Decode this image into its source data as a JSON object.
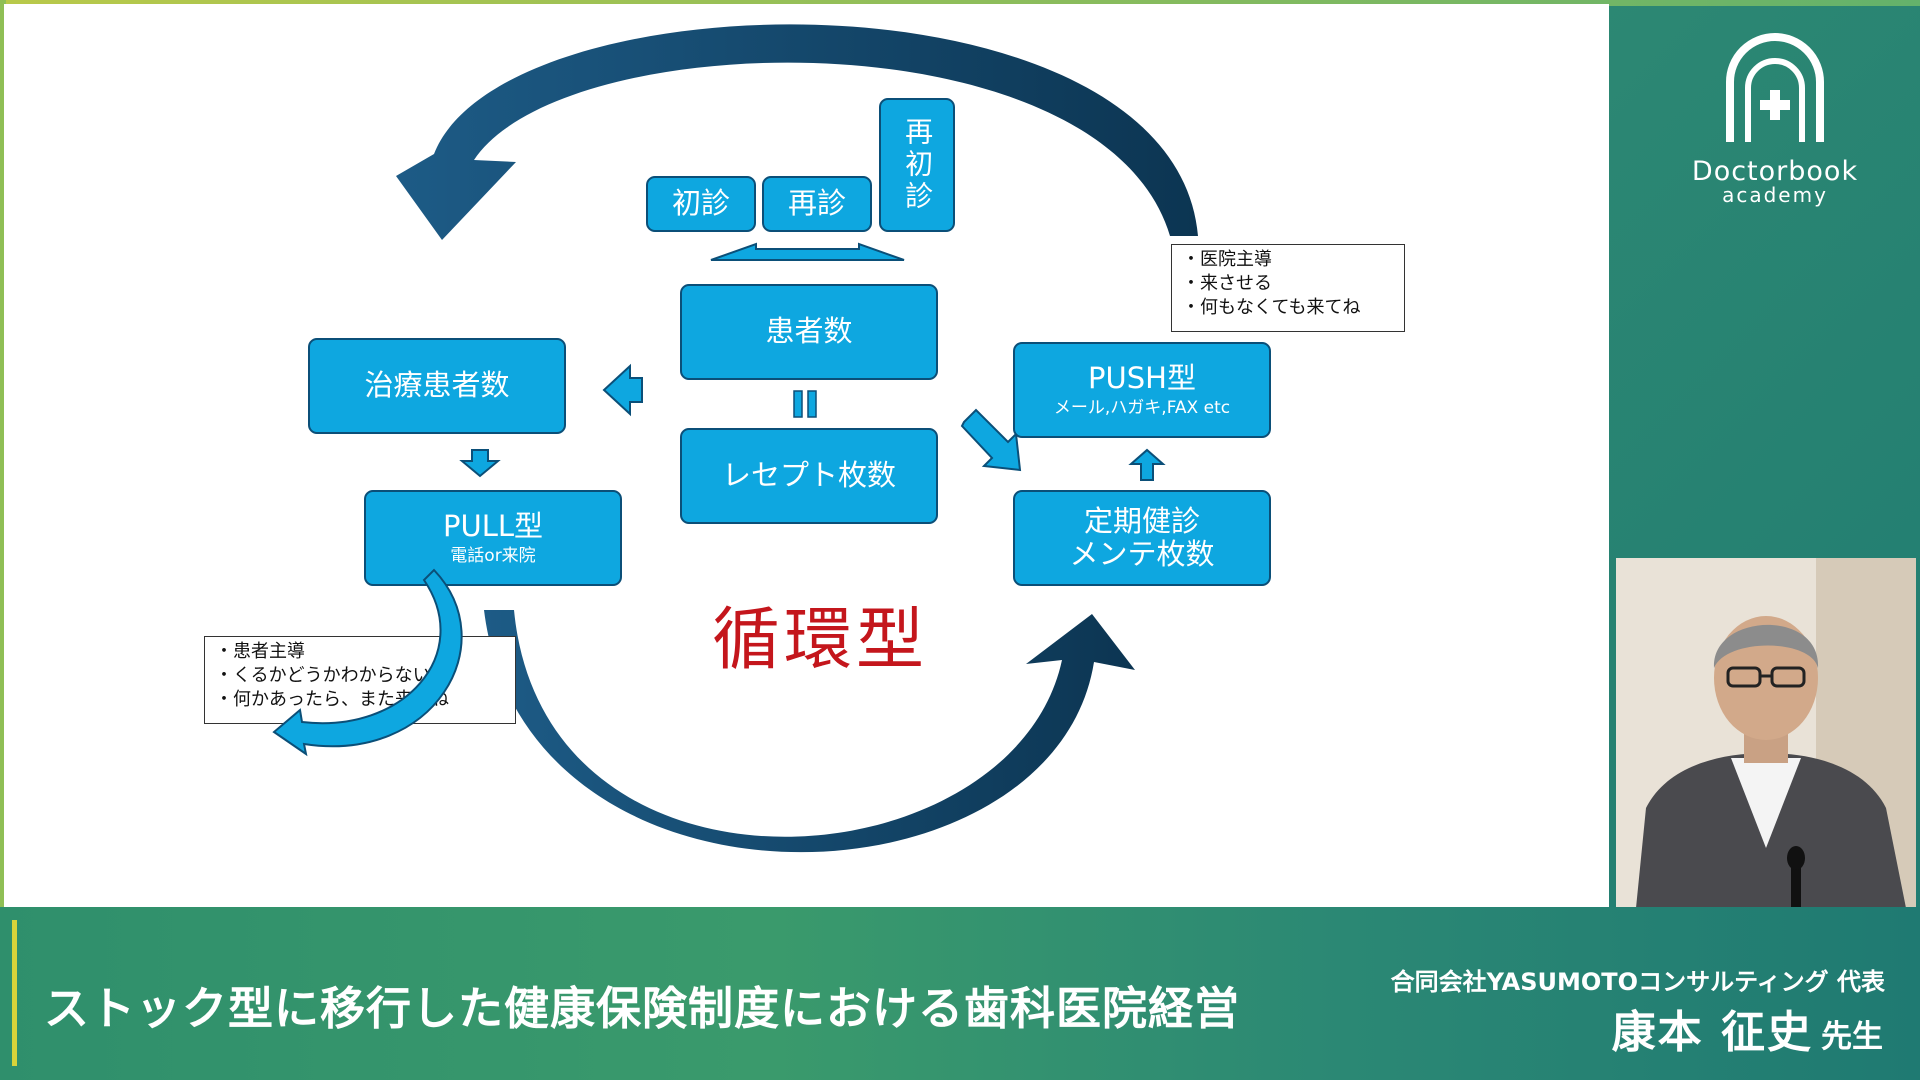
{
  "slide": {
    "boxes": {
      "shoshin": "初診",
      "saishin": "再診",
      "saishoshin": "再初診",
      "kanjasu": "患者数",
      "receipt": "レセプト枚数",
      "chiryo": "治療患者数",
      "pull_main": "PULL型",
      "pull_sub": "電話or来院",
      "push_main": "PUSH型",
      "push_sub": "メール,ハガキ,FAX etc",
      "teiki_line1": "定期健診",
      "teiki_line2": "メンテ枚数"
    },
    "push_note": [
      "・医院主導",
      "・来させる",
      "・何もなくても来てね"
    ],
    "pull_note": [
      "・患者主導",
      "・くるかどうかわからない",
      "・何かあったら、また来てね"
    ],
    "center_label": "循環型",
    "colors": {
      "box_fill": "#0ea7e0",
      "box_border": "#0b4f78",
      "arrow_dark": "#0f3d5e",
      "center_label": "#c4161c"
    }
  },
  "brand": {
    "name": "Doctorbook",
    "sub": "academy",
    "icon": "arch-cross-icon"
  },
  "lecture": {
    "title": "ストック型に移行した健康保険制度における歯科医院経営",
    "organization": "合同会社YASUMOTOコンサルティング 代表",
    "speaker_name": "康本 征史",
    "speaker_title": "先生"
  }
}
